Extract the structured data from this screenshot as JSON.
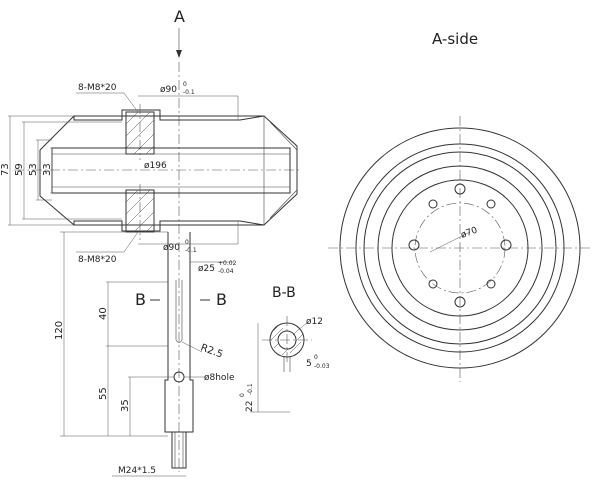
{
  "labels": {
    "view_a_letter": "A",
    "a_side_title": "A-side",
    "section_letter_left": "B",
    "section_letter_right": "B",
    "section_title": "B-B",
    "thread_top": "8-M8*20",
    "thread_bottom": "8-M8*20",
    "dia90_top": "ø90",
    "dia90_top_tol_upper": "0",
    "dia90_top_tol_lower": "-0.1",
    "dia196": "ø196",
    "dia90_bottom": "ø90",
    "dia90_bottom_tol_upper": "0",
    "dia90_bottom_tol_lower": "-0.1",
    "dia25": "ø25",
    "dia25_tol_upper": "+0.02",
    "dia25_tol_lower": "-0.04",
    "radius": "R2.5",
    "hole": "ø8hole",
    "dia12": "ø12",
    "key_width": "5",
    "key_width_tol_upper": "0",
    "key_width_tol_lower": "-0.03",
    "key_depth": "22",
    "key_depth_tol_upper": "0",
    "key_depth_tol_lower": "-0.1",
    "pcd70": "ø70",
    "thread_shaft": "M24*1.5"
  },
  "dimensions": {
    "d73": "73",
    "d59": "59",
    "d53": "53",
    "d33": "33",
    "d120": "120",
    "d40": "40",
    "d55": "55",
    "d35": "35"
  }
}
